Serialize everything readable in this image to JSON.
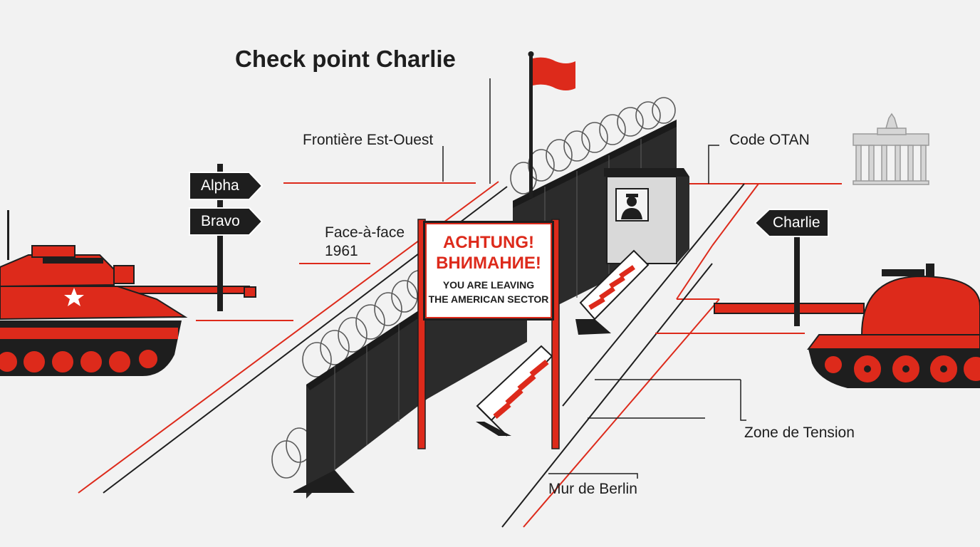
{
  "title": "Check point Charlie",
  "labels": {
    "frontiere": "Frontière Est-Ouest",
    "code_otan": "Code OTAN",
    "face_a_face_line1": "Face-à-face",
    "face_a_face_line2": "1961",
    "zone_tension": "Zone de Tension",
    "mur_berlin": "Mur de Berlin"
  },
  "signposts": {
    "alpha": "Alpha",
    "bravo": "Bravo",
    "charlie": "Charlie"
  },
  "warning_board": {
    "line1": "ACHTUNG!",
    "line2": "ВНИМАНИЕ!",
    "line3": "YOU ARE LEAVING",
    "line4": "THE AMERICAN SECTOR"
  },
  "colors": {
    "accent_red": "#dd2a1b",
    "ink": "#1e1e1e",
    "background": "#f2f2f2",
    "monument_grey": "#9a9a9a"
  },
  "icons": {
    "left_tank": "tank-icon",
    "right_tank": "tank-icon",
    "flag": "flag-icon",
    "guard": "guard-icon",
    "monument": "brandenburg-gate-icon"
  }
}
